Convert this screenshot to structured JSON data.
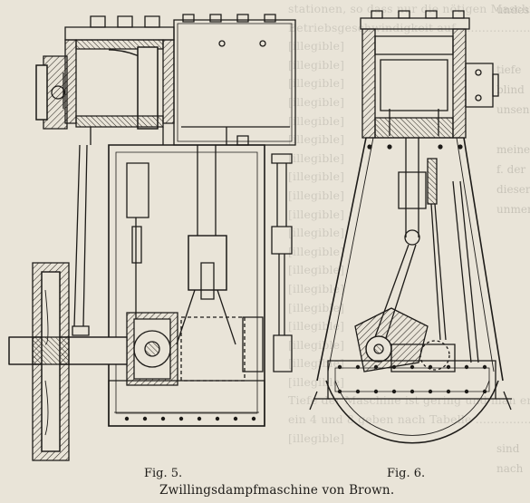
{
  "captions": {
    "fig5": "Fig. 5.",
    "fig6": "Fig. 6.",
    "title": "Zwillingsdampfmaschine von Brown."
  },
  "bleed_text": {
    "lines": [
      "stationen, so dass nur die nötigen Maschinen und die",
      "Betriebsgeschwindigkeit auf ...................... Maschine",
      "[illegible]",
      "[illegible]",
      "[illegible]",
      "[illegible]",
      "[illegible]",
      "[illegible]",
      "[illegible]",
      "[illegible]",
      "[illegible]",
      "[illegible]",
      "[illegible]",
      "[illegible]",
      "[illegible]",
      "[illegible]",
      "[illegible]",
      "[illegible]",
      "[illegible]",
      "[illegible]",
      "[illegible]",
      "Tiefe der Maschine ist gering und man erhält",
      "ein 4 und 8 geben nach Tabelle ...............",
      "[illegible]"
    ],
    "margin": [
      "undes",
      "",
      "",
      "tiefe",
      "blind",
      "unsen",
      "",
      "meine",
      "f. der",
      "dieser",
      "unmer",
      "",
      "",
      "",
      "",
      "",
      "",
      "",
      "",
      "",
      "",
      "",
      "sind",
      "nach",
      ""
    ]
  }
}
